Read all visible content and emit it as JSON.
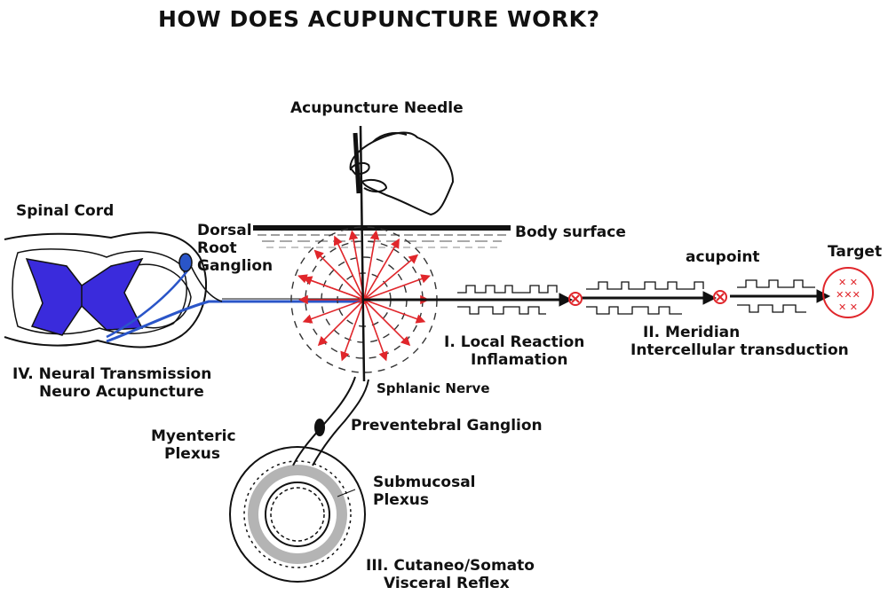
{
  "title": "HOW DOES ACUPUNCTURE WORK?",
  "labels": {
    "needle": "Acupuncture Needle",
    "spinal_cord": "Spinal Cord",
    "drg": [
      "Dorsal",
      "Root",
      "Ganglion"
    ],
    "body_surface": "Body surface",
    "acupoint": "acupoint",
    "target": "Target",
    "local_reaction": [
      "I. Local Reaction",
      "Inflamation"
    ],
    "meridian": [
      "II. Meridian",
      "Intercellular transduction"
    ],
    "neural": [
      "IV. Neural Transmission",
      "Neuro Acupuncture"
    ],
    "splanchnic": "Sphlanic Nerve",
    "prevertebral": "Preventebral Ganglion",
    "myenteric": [
      "Myenteric",
      "Plexus"
    ],
    "submucosal": [
      "Submucosal",
      "Plexus"
    ],
    "reflex": [
      "III. Cutaneo/Somato",
      "Visceral Reflex"
    ]
  },
  "colors": {
    "ink": "#111111",
    "red": "#e0262b",
    "blue": "#3a2bdc",
    "nerve_blue": "#2a55c8"
  }
}
